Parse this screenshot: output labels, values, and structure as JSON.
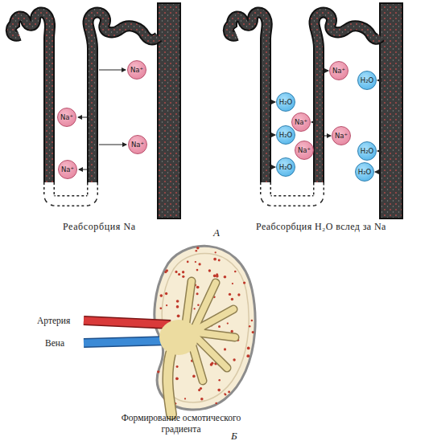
{
  "diagram": {
    "nodes": [
      {
        "text": [
          "Na⁺"
        ]
      },
      {
        "text": [
          "Na⁺"
        ]
      },
      {
        "text": [
          "Na⁺"
        ]
      },
      {
        "text": [
          "Na⁺"
        ]
      },
      {
        "text": [
          "Na⁺"
        ]
      },
      {
        "text": [
          "H₂O"
        ]
      },
      {
        "text": [
          "H₂O"
        ]
      },
      {
        "text": [
          "Na⁺"
        ]
      },
      {
        "text": [
          "H₂O"
        ]
      },
      {
        "text": [
          "Na⁺"
        ]
      },
      {
        "text": [
          "Na⁺"
        ]
      },
      {
        "text": [
          "H₂O"
        ]
      },
      {
        "text": [
          "H₂O"
        ]
      },
      {
        "text": [
          "H₂O"
        ]
      }
    ],
    "labels": [
      "Реабсорбция Na",
      "А",
      "Реабсорбция H₂O вслед за Na",
      "Артерия",
      "Вена",
      "Формирование осмотического градиента",
      "Б"
    ]
  }
}
